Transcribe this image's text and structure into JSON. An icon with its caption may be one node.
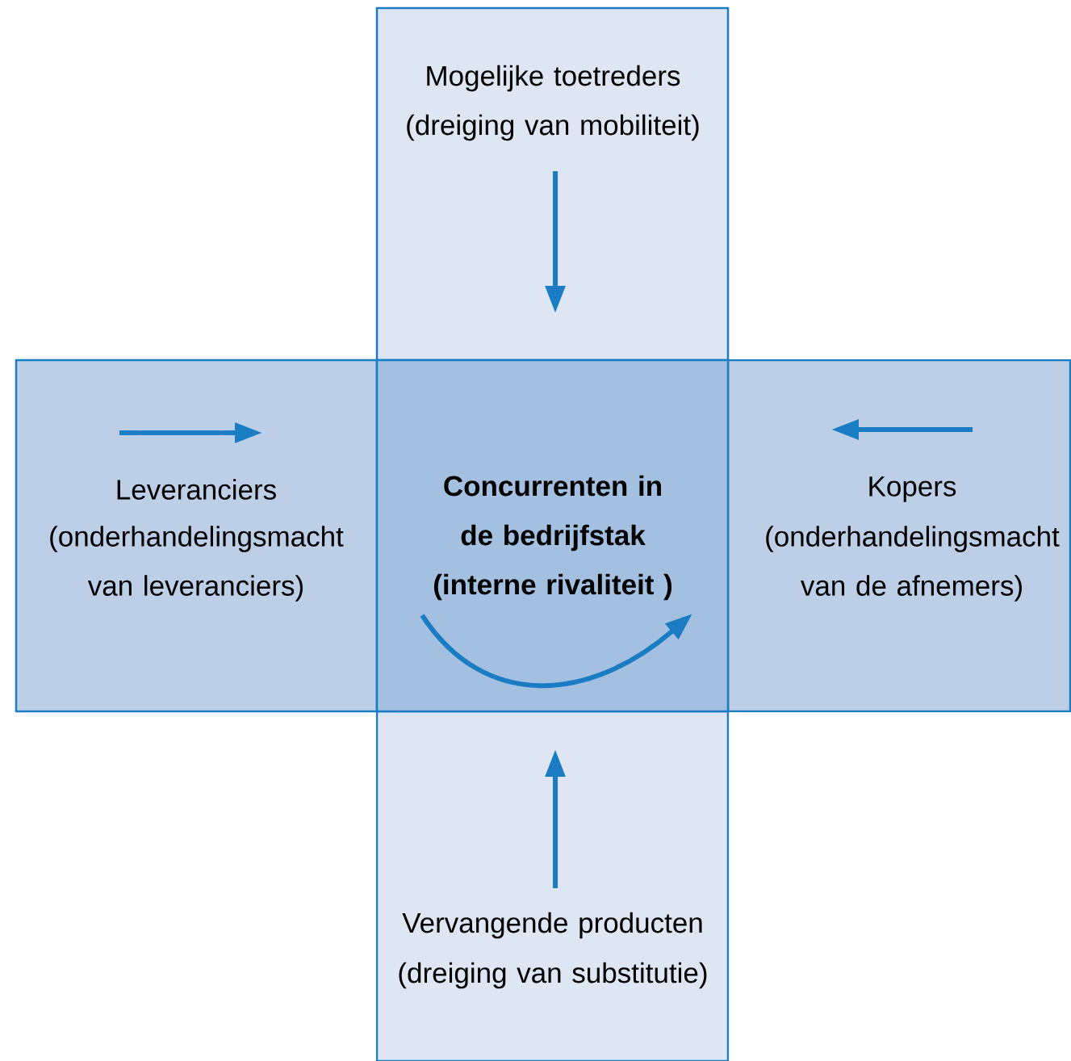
{
  "diagram": {
    "nodes": [
      {
        "text": [
          "Mogelijke toetreders",
          "(dreiging van mobiliteit)"
        ]
      },
      {
        "text": [
          "Leveranciers",
          "(onderhandelingsmacht van leveranciers)"
        ]
      },
      {
        "text": [
          "Concurrenten in de bedrijfstak (interne rivaliteit )"
        ]
      },
      {
        "text": [
          "Kopers",
          "(onderhandelingsmacht van de afnemers)"
        ]
      },
      {
        "text": [
          "Vervangende producten",
          "(dreiging van substitutie)"
        ]
      }
    ]
  }
}
